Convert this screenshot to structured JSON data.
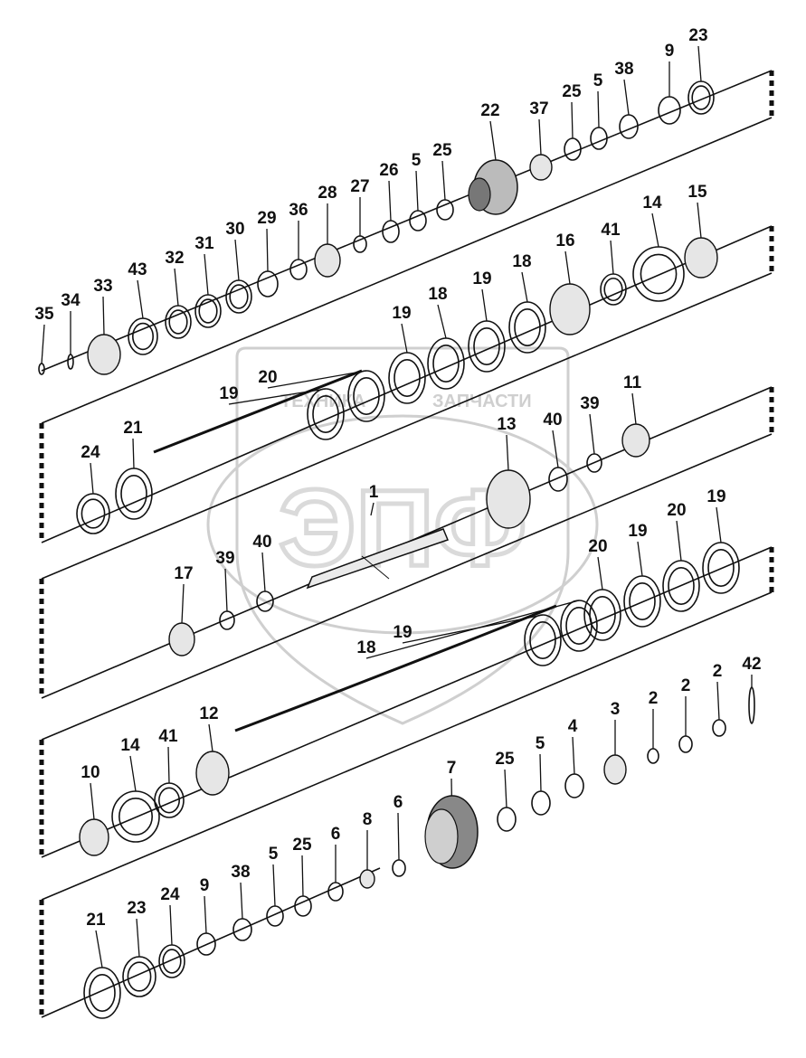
{
  "diagram": {
    "watermark": {
      "left_text": "ТЕХНИКА",
      "right_text": "ЗАПЧАСТИ",
      "logo_text": "ЭПФ"
    },
    "rows": [
      {
        "id": "r1",
        "parts": [
          {
            "n": "9"
          },
          {
            "n": "23"
          },
          {
            "n": "38"
          },
          {
            "n": "5"
          },
          {
            "n": "25"
          },
          {
            "n": "37"
          },
          {
            "n": "22"
          },
          {
            "n": "25"
          },
          {
            "n": "5"
          },
          {
            "n": "26"
          },
          {
            "n": "27"
          },
          {
            "n": "28"
          },
          {
            "n": "36"
          },
          {
            "n": "29"
          },
          {
            "n": "30"
          },
          {
            "n": "31"
          },
          {
            "n": "32"
          },
          {
            "n": "43"
          },
          {
            "n": "33"
          },
          {
            "n": "34"
          },
          {
            "n": "35"
          }
        ]
      },
      {
        "id": "r2",
        "parts": [
          {
            "n": "15"
          },
          {
            "n": "14"
          },
          {
            "n": "41"
          },
          {
            "n": "16"
          },
          {
            "n": "18"
          },
          {
            "n": "19"
          },
          {
            "n": "18"
          },
          {
            "n": "19"
          },
          {
            "n": "20"
          },
          {
            "n": "19"
          }
        ]
      },
      {
        "id": "r3",
        "parts": [
          {
            "n": "11"
          },
          {
            "n": "39"
          },
          {
            "n": "40"
          },
          {
            "n": "13"
          },
          {
            "n": "1"
          },
          {
            "n": "21"
          },
          {
            "n": "24"
          }
        ]
      },
      {
        "id": "r4",
        "parts": [
          {
            "n": "19"
          },
          {
            "n": "20"
          },
          {
            "n": "19"
          },
          {
            "n": "20"
          },
          {
            "n": "18"
          },
          {
            "n": "19"
          },
          {
            "n": "40"
          },
          {
            "n": "39"
          },
          {
            "n": "17"
          }
        ]
      },
      {
        "id": "r5",
        "parts": [
          {
            "n": "42"
          },
          {
            "n": "2"
          },
          {
            "n": "2"
          },
          {
            "n": "2"
          },
          {
            "n": "3"
          },
          {
            "n": "4"
          },
          {
            "n": "5"
          },
          {
            "n": "25"
          },
          {
            "n": "7"
          },
          {
            "n": "12"
          },
          {
            "n": "41"
          },
          {
            "n": "14"
          },
          {
            "n": "10"
          }
        ]
      },
      {
        "id": "r6",
        "parts": [
          {
            "n": "6"
          },
          {
            "n": "8"
          },
          {
            "n": "6"
          },
          {
            "n": "25"
          },
          {
            "n": "5"
          },
          {
            "n": "38"
          },
          {
            "n": "9"
          },
          {
            "n": "24"
          },
          {
            "n": "23"
          },
          {
            "n": "21"
          }
        ]
      }
    ]
  }
}
